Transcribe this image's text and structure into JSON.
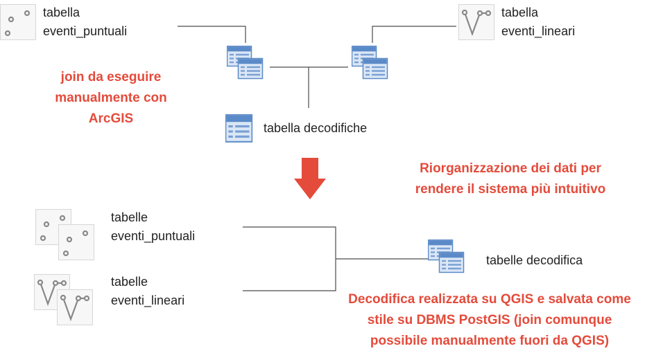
{
  "colors": {
    "accent": "#e44b3b",
    "line": "#4a4a4a",
    "table_blue": "#5b8ac8",
    "point": "#8a8a8a"
  },
  "top": {
    "punctual": {
      "line1": "tabella",
      "line2": "eventi_puntuali",
      "icon": "point-layer-icon"
    },
    "linear": {
      "line1": "tabella",
      "line2": "eventi_lineari",
      "icon": "line-layer-icon"
    },
    "decode": {
      "label": "tabella decodifiche",
      "icon": "table-icon"
    },
    "join_note": [
      "join da eseguire",
      "manualmente con",
      "ArcGIS"
    ]
  },
  "middle": {
    "arrow_icon": "down-arrow-icon",
    "reorg_note": [
      "Riorganizzazione dei dati per",
      "rendere il sistema più intuitivo"
    ]
  },
  "bottom": {
    "punctual": {
      "line1": "tabelle",
      "line2": "eventi_puntuali",
      "icon": "point-layers-icon"
    },
    "linear": {
      "line1": "tabelle",
      "line2": "eventi_lineari",
      "icon": "line-layers-icon"
    },
    "decode": {
      "label": "tabelle decodifica",
      "icon": "tables-icon"
    },
    "decode_note": [
      "Decodifica realizzata su QGIS e salvata come",
      "stile su DBMS PostGIS (join comunque",
      "possibile manualmente fuori da QGIS)"
    ]
  }
}
